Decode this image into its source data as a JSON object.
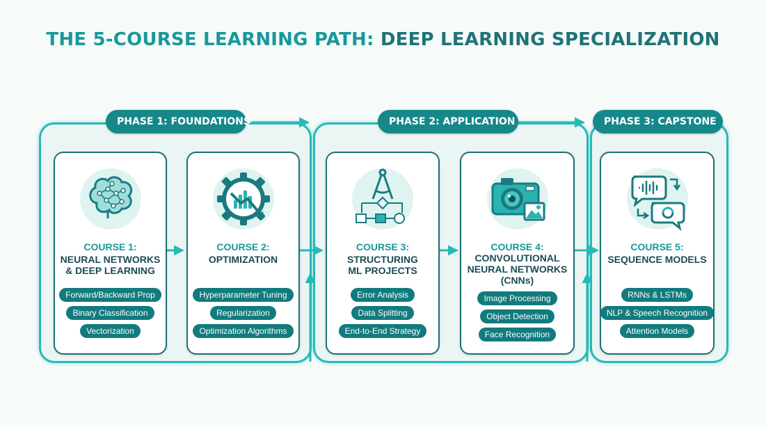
{
  "title": {
    "part1": "THE 5-COURSE LEARNING PATH: ",
    "part2": "DEEP LEARNING SPECIALIZATION"
  },
  "colors": {
    "accent": "#17999a",
    "dark_teal": "#1e7378",
    "pill": "#16888a",
    "tag": "#127b7e",
    "frame": "#26b9b7"
  },
  "phases": [
    {
      "label": "PHASE 1: FOUNDATIONS"
    },
    {
      "label": "PHASE 2: APPLICATION"
    },
    {
      "label": "PHASE 3: CAPSTONE"
    }
  ],
  "courses": [
    {
      "number": "COURSE 1:",
      "name_lines": [
        "NEURAL NETWORKS",
        "& DEEP LEARNING"
      ],
      "icon": "brain-network-icon",
      "tags": [
        "Forward/Backward Prop",
        "Binary Classification",
        "Vectorization"
      ]
    },
    {
      "number": "COURSE 2:",
      "name_lines": [
        "OPTIMIZATION"
      ],
      "icon": "gear-chart-icon",
      "tags": [
        "Hyperparameter Tuning",
        "Regularization",
        "Optimization Algorithms"
      ]
    },
    {
      "number": "COURSE 3:",
      "name_lines": [
        "STRUCTURING",
        "ML PROJECTS"
      ],
      "icon": "compass-flowchart-icon",
      "tags": [
        "Error Analysis",
        "Data Splitting",
        "End-to-End Strategy"
      ]
    },
    {
      "number": "COURSE 4:",
      "name_lines": [
        "CONVOLUTIONAL",
        "NEURAL NETWORKS",
        "(CNNs)"
      ],
      "icon": "camera-image-icon",
      "tags": [
        "Image Processing",
        "Object Detection",
        "Face Recognition"
      ]
    },
    {
      "number": "COURSE 5:",
      "name_lines": [
        "SEQUENCE MODELS"
      ],
      "icon": "speech-bubbles-icon",
      "tags": [
        "RNNs & LSTMs",
        "NLP & Speech Recognition",
        "Attention Models"
      ]
    }
  ]
}
